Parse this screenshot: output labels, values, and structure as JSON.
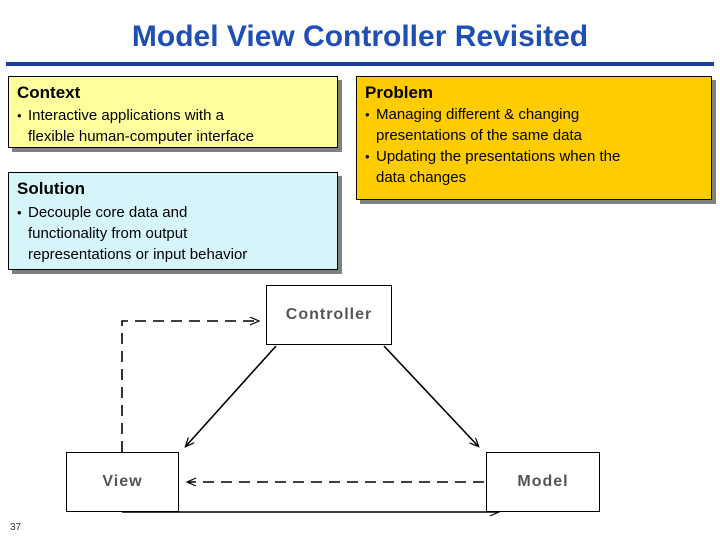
{
  "slide": {
    "title": "Model View Controller Revisited",
    "page_number": "37",
    "accent_title_color": "#1f4fb5",
    "rule_color": "#1f3fa0"
  },
  "panels": {
    "context": {
      "heading": "Context",
      "bg_color": "#ffff9e",
      "bullets": [
        {
          "marker": "•",
          "lines": [
            "Interactive applications with a",
            "flexible human-computer interface"
          ]
        }
      ]
    },
    "solution": {
      "heading": "Solution",
      "bg_color": "#d6f5fb",
      "bullets": [
        {
          "marker": "•",
          "lines": [
            "Decouple core data and",
            "functionality from output",
            "representations or input behavior"
          ]
        }
      ]
    },
    "problem": {
      "heading": "Problem",
      "bg_color": "#ffcc00",
      "bullets": [
        {
          "marker": "•",
          "lines": [
            "Managing different & changing",
            "presentations of the same data"
          ]
        },
        {
          "marker": "•",
          "lines": [
            "Updating the presentations when the",
            "data changes"
          ]
        }
      ]
    }
  },
  "diagram": {
    "nodes": {
      "controller": "Controller",
      "view": "View",
      "model": "Model"
    },
    "edges": [
      {
        "from": "view",
        "to": "controller",
        "style": "dashed"
      },
      {
        "from": "controller",
        "to": "view",
        "style": "solid"
      },
      {
        "from": "controller",
        "to": "model",
        "style": "solid"
      },
      {
        "from": "model",
        "to": "view",
        "style": "dashed"
      },
      {
        "from": "view",
        "to": "model",
        "style": "solid"
      }
    ]
  }
}
